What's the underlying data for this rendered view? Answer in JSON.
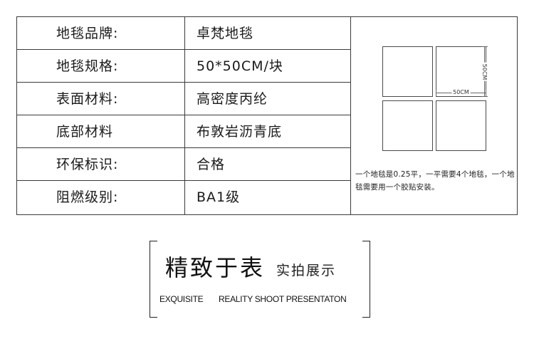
{
  "specs": [
    {
      "label": "地毯品牌:",
      "value": "卓梵地毯"
    },
    {
      "label": "地毯规格:",
      "value": "50*50CM/块"
    },
    {
      "label": "表面材料:",
      "value": "高密度丙纶"
    },
    {
      "label": "底部材料",
      "value": "布敦岩沥青底"
    },
    {
      "label": "环保标识:",
      "value": "合格"
    },
    {
      "label": "阻燃级别:",
      "value": "BA1级"
    }
  ],
  "illustration": {
    "dim_horizontal": "50CM",
    "dim_vertical": "50CM",
    "note": "一个地毯是0.25平，一平需要4个地毯，一个地毯需要用一个胶贴安装。"
  },
  "banner": {
    "title": "精致于表",
    "subtitle": "实拍展示",
    "en_1": "EXQUISITE",
    "en_2": "REALITY SHOOT PRESENTATON"
  }
}
